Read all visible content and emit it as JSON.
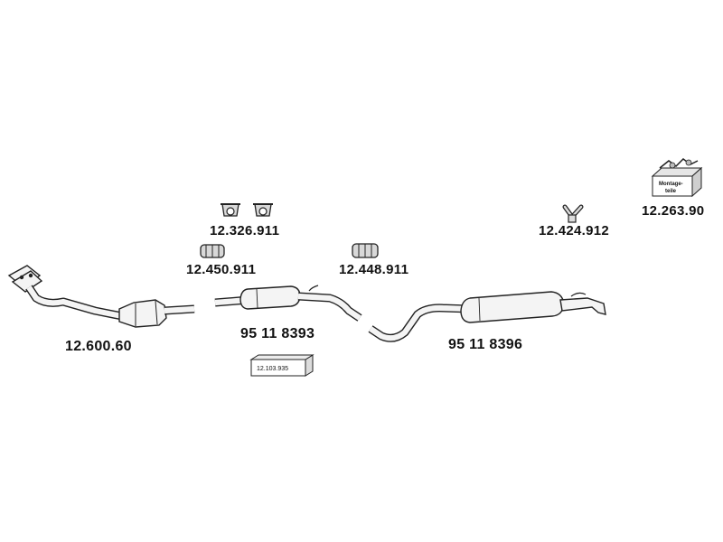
{
  "parts": {
    "front_pipe": {
      "number": "12.600.60"
    },
    "middle_silencer": {
      "number": "95 11 8393"
    },
    "rear_silencer": {
      "number": "95 11 8396"
    },
    "clamp_set": {
      "number": "12.326.911"
    },
    "connector_front": {
      "number": "12.450.911"
    },
    "connector_rear": {
      "number": "12.448.911"
    },
    "rubber_mount": {
      "number": "12.424.912"
    },
    "mounting_kit": {
      "number": "12.263.90",
      "box_text_line1": "Montage-",
      "box_text_line2": "teile"
    },
    "small_box": {
      "number": "12.103.935"
    }
  }
}
